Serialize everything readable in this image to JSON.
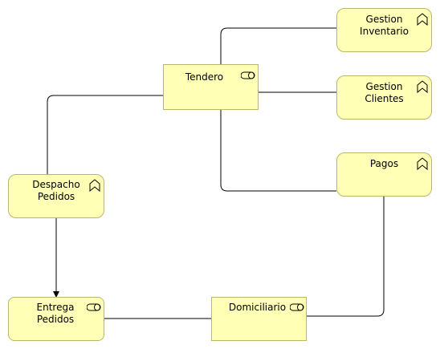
{
  "diagram": {
    "nodes": [
      {
        "id": "tendero",
        "label": "Tendero",
        "kind": "role",
        "icon": "role-icon"
      },
      {
        "id": "gestion-inventario",
        "label": "Gestion\nInventario",
        "kind": "function",
        "icon": "function-icon"
      },
      {
        "id": "gestion-clientes",
        "label": "Gestion\nClientes",
        "kind": "function",
        "icon": "function-icon"
      },
      {
        "id": "pagos",
        "label": "Pagos",
        "kind": "function",
        "icon": "function-icon"
      },
      {
        "id": "despacho-pedidos",
        "label": "Despacho\nPedidos",
        "kind": "function",
        "icon": "function-icon"
      },
      {
        "id": "entrega-pedidos",
        "label": "Entrega\nPedidos",
        "kind": "role",
        "icon": "role-icon"
      },
      {
        "id": "domiciliario",
        "label": "Domiciliario",
        "kind": "role",
        "icon": "role-icon"
      }
    ],
    "edges": [
      {
        "from": "tendero",
        "to": "gestion-inventario",
        "arrow": false
      },
      {
        "from": "tendero",
        "to": "gestion-clientes",
        "arrow": false
      },
      {
        "from": "tendero",
        "to": "pagos",
        "arrow": false
      },
      {
        "from": "tendero",
        "to": "despacho-pedidos",
        "arrow": false
      },
      {
        "from": "despacho-pedidos",
        "to": "entrega-pedidos",
        "arrow": true
      },
      {
        "from": "pagos",
        "to": "domiciliario",
        "arrow": false
      },
      {
        "from": "domiciliario",
        "to": "entrega-pedidos",
        "arrow": false
      }
    ]
  },
  "colors": {
    "node_fill": "#ffffb5",
    "node_border": "#b8b86a",
    "edge": "#000000"
  }
}
